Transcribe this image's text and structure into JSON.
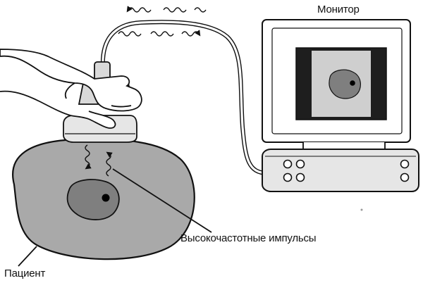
{
  "labels": {
    "monitor": "Монитор",
    "pulses": "Высокочастотные импульсы",
    "patient": "Пациент"
  },
  "colors": {
    "ink": "#111111",
    "body_fill": "#a9a9a9",
    "organ_fill": "#7f7f7f",
    "screen_bg": "#1e1e1e",
    "screen_image": "#cfcfcf",
    "device_fill": "#e6e6e6",
    "probe_fill": "#d9d9d9",
    "skin_fill": "#ffffff"
  },
  "icons": [
    "hand-icon",
    "probe-icon",
    "monitor-icon",
    "wave-arrow-icon"
  ]
}
